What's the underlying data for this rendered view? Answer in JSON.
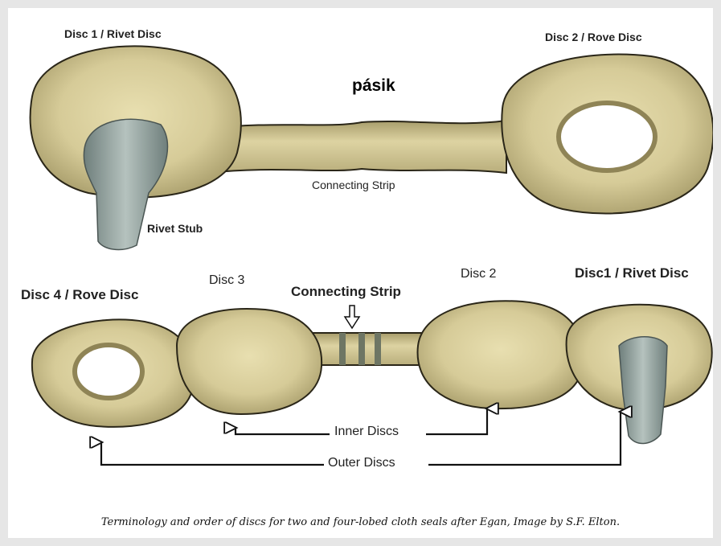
{
  "top_seal": {
    "disc1_label": "Disc 1 / Rivet Disc",
    "disc2_label": "Disc 2  / Rove Disc",
    "overlay_word": "pásik",
    "strip_label": "Connecting Strip",
    "rivet_label": "Rivet Stub"
  },
  "bottom_seal": {
    "disc4_label": "Disc 4 / Rove Disc",
    "disc3_label": "Disc 3",
    "strip_label": "Connecting Strip",
    "disc2_label": "Disc 2",
    "disc1_label": "Disc1 / Rivet Disc",
    "inner_label": "Inner Discs",
    "outer_label": "Outer Discs"
  },
  "caption": "Terminology and order of discs for two and four-lobed cloth seals after Egan, Image by S.F. Elton.",
  "colors": {
    "background": "#e6e6e6",
    "metal_light": "#e8dfb0",
    "metal_mid": "#c9bd88",
    "metal_dark": "#8f8456",
    "rivet": "#8a9a98"
  }
}
